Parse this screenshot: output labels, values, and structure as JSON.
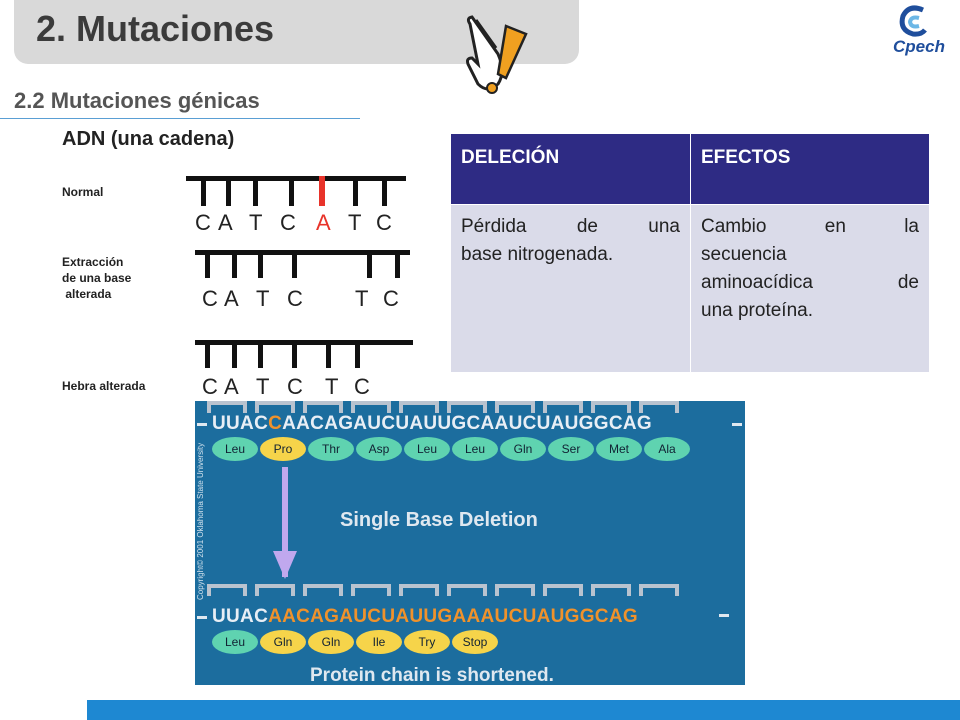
{
  "slide": {
    "title": "2. Mutaciones",
    "subtitle": "2.2 Mutaciones génicas",
    "logo_text": "Cpech"
  },
  "dna": {
    "heading": "ADN (una cadena)",
    "normal_label": "Normal",
    "extraction_label_1": "Extracción",
    "extraction_label_2": "de una base",
    "extraction_label_3": " alterada",
    "altered_label": "Hebra alterada",
    "normal_bases": [
      "C",
      "A",
      "T",
      "C",
      "A",
      "T",
      "C"
    ],
    "extraction_bases": [
      "C",
      "A",
      "T",
      "C",
      "T",
      "C"
    ],
    "altered_bases": [
      "C",
      "A",
      "T",
      "C",
      "T",
      "C"
    ]
  },
  "table": {
    "header_left": "DELECIÓN",
    "header_right": "EFECTOS",
    "left_lines": [
      "Pérdida de una",
      "base nitrogenada."
    ],
    "right_lines": [
      "Cambio en la",
      "secuencia",
      "aminoacídica de",
      "una proteína."
    ]
  },
  "mrna": {
    "seq1_orange": "C",
    "seq1_pre": "UUAC",
    "seq1_post": "AACAGAUCUAUUGCAAUCUAUGGCAG",
    "aa1": [
      "Leu",
      "Pro",
      "Thr",
      "Asp",
      "Leu",
      "Leu",
      "Gln",
      "Ser",
      "Met",
      "Ala"
    ],
    "deletion_title": "Single Base Deletion",
    "seq2_pre": "UUAC",
    "seq2_orange": "AACAGAUCUAUUGAAAUCUAUGGCAG",
    "aa2": [
      "Leu",
      "Gln",
      "Gln",
      "Ile",
      "Try",
      "Stop"
    ],
    "result_title": "Protein chain is shortened.",
    "copyright": "Copyright© 2001 Oklahoma State University"
  },
  "colors": {
    "header_bg": "#2e2b84",
    "cell_bg": "#dadbe9",
    "panel_bg": "#1c6d9e",
    "highlight": "#e8332a",
    "codon_orange": "#f0922b",
    "aa_green": "#5fd3b0",
    "aa_yellow": "#f6d44a"
  }
}
